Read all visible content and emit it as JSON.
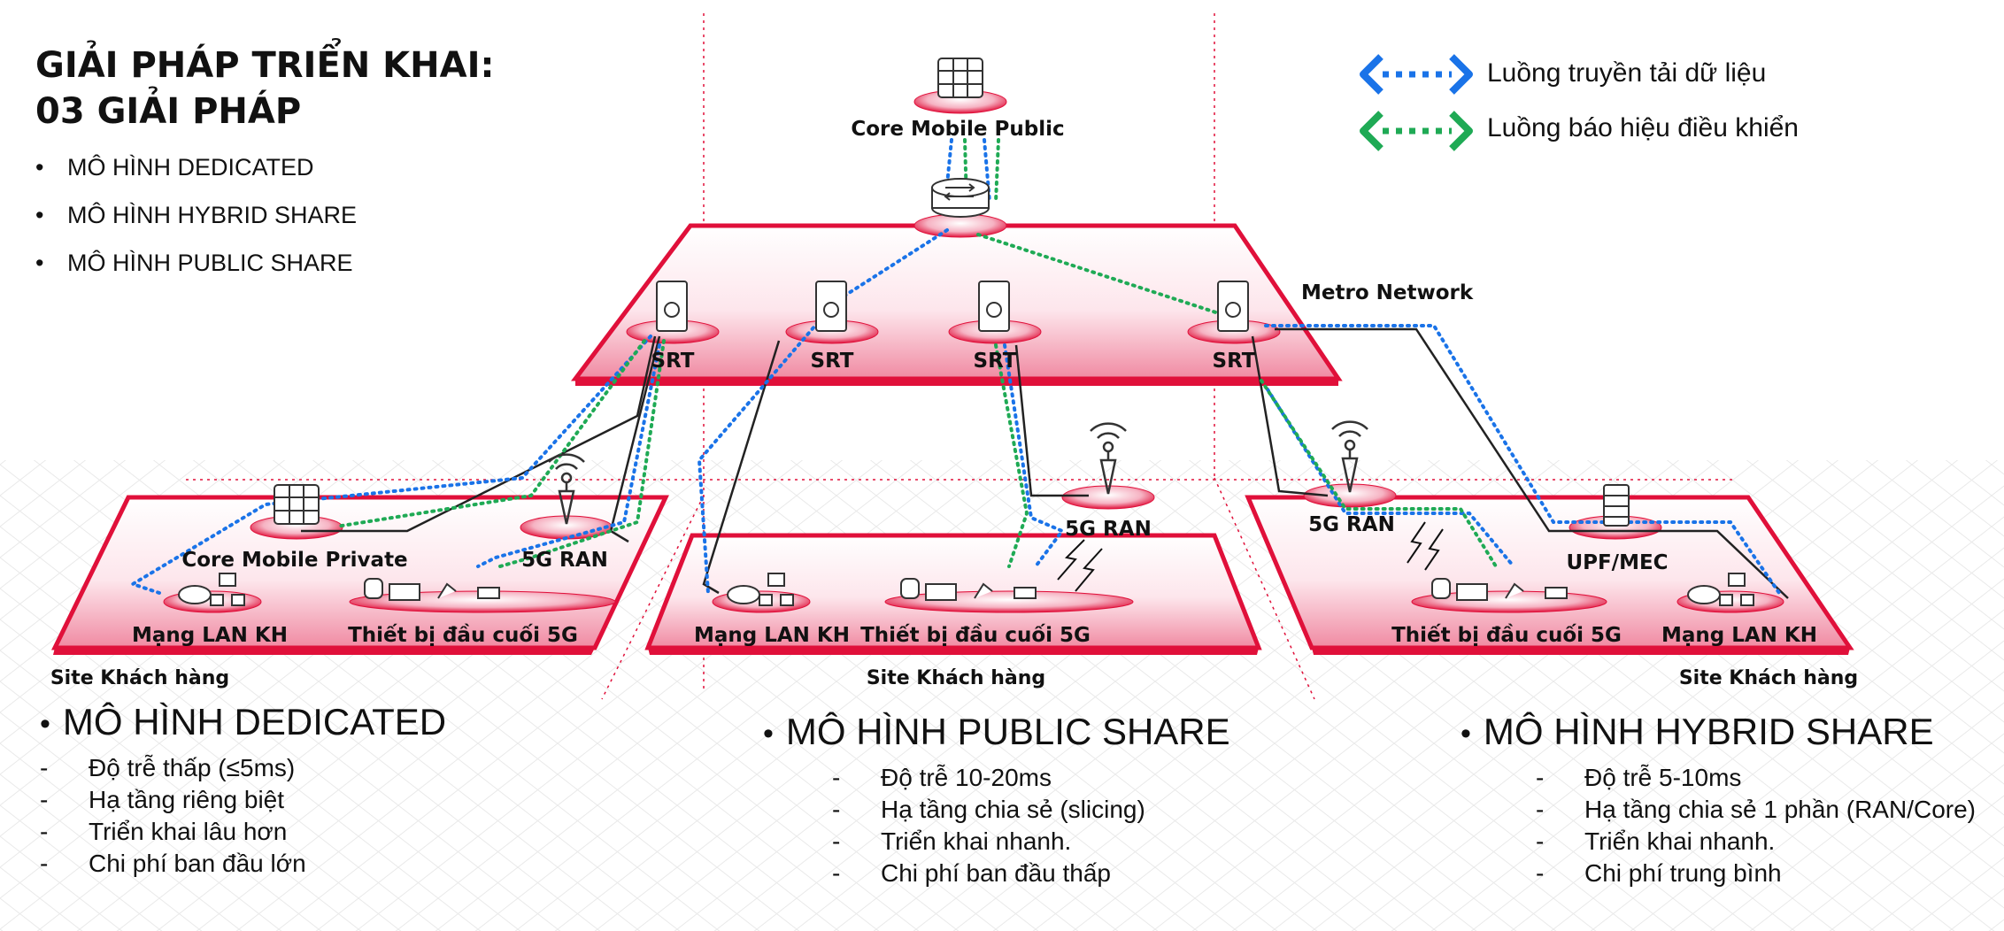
{
  "header": {
    "title_line1": "GIẢI PHÁP TRIỂN KHAI:",
    "title_line2": "03 GIẢI PHÁP",
    "bullets": [
      "MÔ HÌNH DEDICATED",
      "MÔ HÌNH HYBRID SHARE",
      "MÔ HÌNH PUBLIC SHARE"
    ]
  },
  "legend": {
    "data_flow": "Luồng truyền tải dữ liệu",
    "signal_flow": "Luồng báo hiệu điều khiển",
    "colors": {
      "data": "#1a73e8",
      "signal": "#1faa55"
    }
  },
  "colors": {
    "platform": "#e0103a",
    "platform_light": "#f3a3b6"
  },
  "diagram": {
    "core_public": "Core Mobile Public",
    "metro": "Metro Network",
    "srt_labels": [
      "SRT",
      "SRT",
      "SRT",
      "SRT"
    ],
    "site_left": {
      "core": "Core Mobile Private",
      "ran": "5G RAN",
      "lan": "Mạng LAN KH",
      "devices": "Thiết bị đầu cuối 5G",
      "site": "Site Khách hàng"
    },
    "site_mid": {
      "ran": "5G RAN",
      "lan": "Mạng LAN KH",
      "devices": "Thiết bị đầu cuối 5G",
      "site": "Site Khách hàng"
    },
    "site_right": {
      "ran": "5G RAN",
      "upf": "UPF/MEC",
      "lan": "Mạng LAN KH",
      "devices": "Thiết bị đầu cuối 5G",
      "site": "Site Khách hàng"
    }
  },
  "models": [
    {
      "title": "MÔ HÌNH DEDICATED",
      "items": [
        "Độ trễ thấp (≤5ms)",
        "Hạ tầng riêng biệt",
        "Triển khai lâu hơn",
        "Chi phí ban đầu lớn"
      ]
    },
    {
      "title": "MÔ HÌNH PUBLIC SHARE",
      "items": [
        "Độ trễ 10-20ms",
        "Hạ tầng chia sẻ (slicing)",
        "Triển khai nhanh.",
        "Chi phí ban đầu thấp"
      ]
    },
    {
      "title": "MÔ HÌNH HYBRID SHARE",
      "items": [
        "Độ trễ 5-10ms",
        "Hạ tầng chia sẻ 1 phần (RAN/Core)",
        "Triển khai nhanh.",
        "Chi phí trung bình"
      ]
    }
  ]
}
